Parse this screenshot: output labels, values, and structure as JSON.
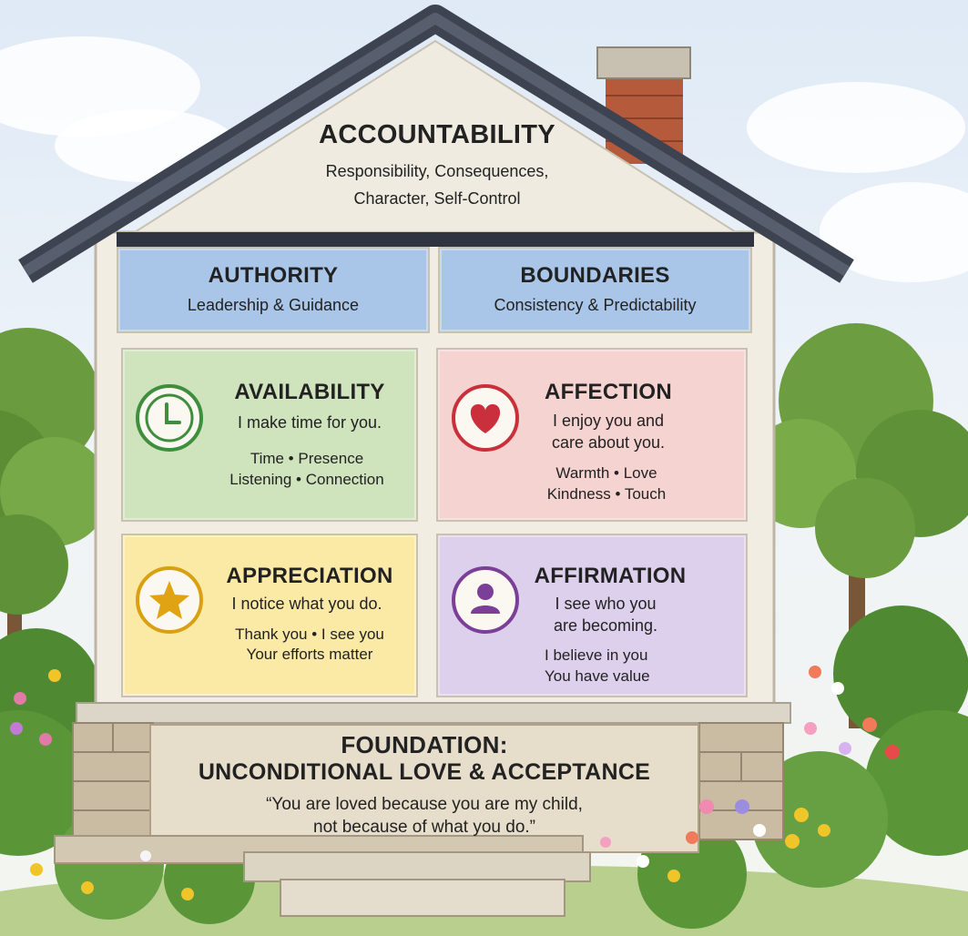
{
  "roof": {
    "title": "ACCOUNTABILITY",
    "line1": "Responsibility, Consequences,",
    "line2": "Character, Self-Control"
  },
  "top_row": [
    {
      "title": "AUTHORITY",
      "subtitle": "Leadership & Guidance",
      "color": "#a9c6e8"
    },
    {
      "title": "BOUNDARIES",
      "subtitle": "Consistency & Predictability",
      "color": "#a9c6e8"
    }
  ],
  "rooms": {
    "availability": {
      "title": "AVAILABILITY",
      "statement": "I make time for you.",
      "detail1": "Time • Presence",
      "detail2": "Listening • Connection",
      "icon": "clock-icon",
      "color": "#cfe3bd",
      "accent": "#3e8e3e"
    },
    "affection": {
      "title": "AFFECTION",
      "statement1": "I enjoy you and",
      "statement2": "care about you.",
      "detail1": "Warmth • Love",
      "detail2": "Kindness • Touch",
      "icon": "heart-icon",
      "color": "#f5d3d1",
      "accent": "#c9303b"
    },
    "appreciation": {
      "title": "APPRECIATION",
      "statement": "I notice what you do.",
      "detail1": "Thank you • I see you",
      "detail2": "Your efforts matter",
      "icon": "star-icon",
      "color": "#fbe9a6",
      "accent": "#d9a012"
    },
    "affirmation": {
      "title": "AFFIRMATION",
      "statement1": "I see who you",
      "statement2": "are becoming.",
      "detail1": "I believe in you",
      "detail2": "You have value",
      "icon": "person-icon",
      "color": "#ddd0ec",
      "accent": "#7b3f98"
    }
  },
  "foundation": {
    "title1": "FOUNDATION:",
    "title2": "UNCONDITIONAL LOVE & ACCEPTANCE",
    "quote1": "“You are loved because you are my child,",
    "quote2": "not because of what you do.”"
  }
}
